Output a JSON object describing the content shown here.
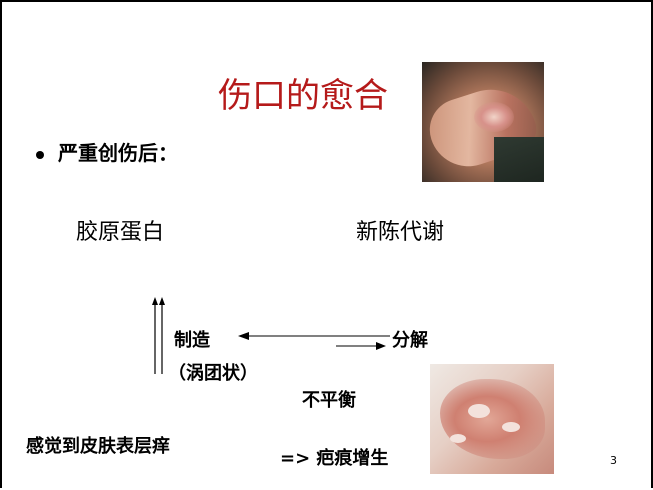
{
  "slide": {
    "title": "伤口的愈合",
    "bullet": "严重创伤后：",
    "collagen": "胶原蛋白",
    "metabolism": "新陈代谢",
    "synthesis": "制造",
    "whorl": "（涡团状）",
    "breakdown": "分解",
    "imbalance": "不平衡",
    "itch": "感觉到皮肤表层痒",
    "result": "=> 疤痕增生",
    "page_number": "3"
  },
  "colors": {
    "title": "#b51a1a",
    "text": "#000000",
    "background": "#ffffff"
  }
}
